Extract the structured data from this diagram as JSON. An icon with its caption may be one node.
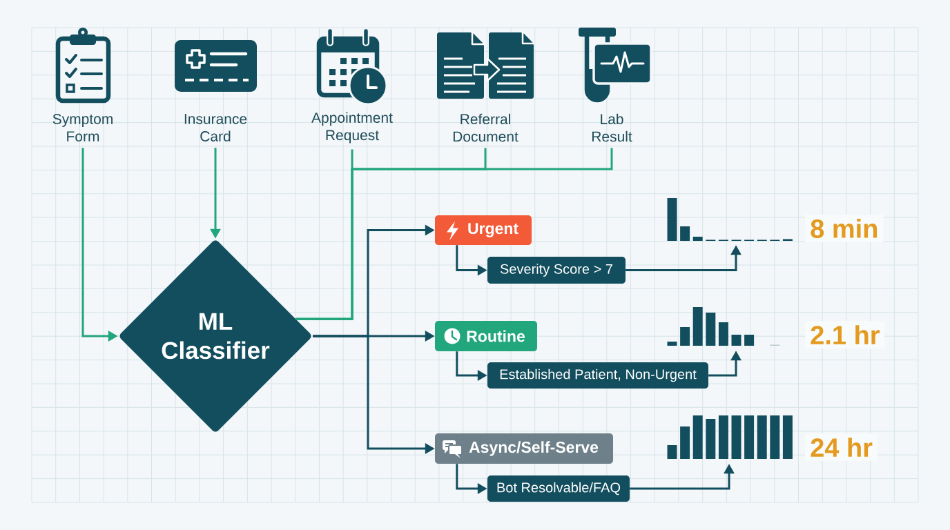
{
  "diagram": {
    "nodes": [
      {
        "text": [
          "Symptom Form"
        ]
      },
      {
        "text": [
          "Insurance Card"
        ]
      },
      {
        "text": [
          "Appointment Request"
        ]
      },
      {
        "text": [
          "Referral Document"
        ]
      },
      {
        "text": [
          "Lab Result"
        ]
      },
      {
        "text": [
          "ML Classifier"
        ]
      },
      {
        "text": [
          "Urgent"
        ]
      },
      {
        "text": [
          "Severity Score > 7"
        ]
      },
      {
        "text": [
          "Routine"
        ]
      },
      {
        "text": [
          "Established Patient, Non-Urgent"
        ]
      },
      {
        "text": [
          "Async/Self-Serve"
        ]
      },
      {
        "text": [
          "Bot Resolvable/FAQ"
        ]
      },
      {
        "text": [],
        "shape": "bar",
        "beside": [
          "8 min"
        ]
      },
      {
        "text": [],
        "shape": "bar",
        "beside": [
          "2.1 hr"
        ]
      },
      {
        "text": [],
        "shape": "bar",
        "beside": [
          "24 hr"
        ]
      }
    ],
    "edges": [
      {
        "from": 0,
        "to": 5,
        "arrow": "to",
        "color": "#22a67c"
      },
      {
        "from": 1,
        "to": 5,
        "arrow": "to",
        "color": "#22a67c"
      },
      {
        "from": 2,
        "to": 5,
        "arrow": "none",
        "color": "#22a67c"
      },
      {
        "from": 3,
        "to": 5,
        "arrow": "none",
        "color": "#22a67c"
      },
      {
        "from": 4,
        "to": 5,
        "arrow": "none",
        "color": "#22a67c"
      },
      {
        "from": 5,
        "to": 6,
        "arrow": "to"
      },
      {
        "from": 5,
        "to": 8,
        "arrow": "to"
      },
      {
        "from": 5,
        "to": 10,
        "arrow": "to"
      },
      {
        "from": 6,
        "to": 7,
        "arrow": "to"
      },
      {
        "from": 8,
        "to": 9,
        "arrow": "to"
      },
      {
        "from": 10,
        "to": 11,
        "arrow": "to"
      },
      {
        "from": 7,
        "to": 12,
        "arrow": "to"
      },
      {
        "from": 9,
        "to": 13,
        "arrow": "to"
      },
      {
        "from": 11,
        "to": 14,
        "arrow": "to"
      }
    ]
  }
}
